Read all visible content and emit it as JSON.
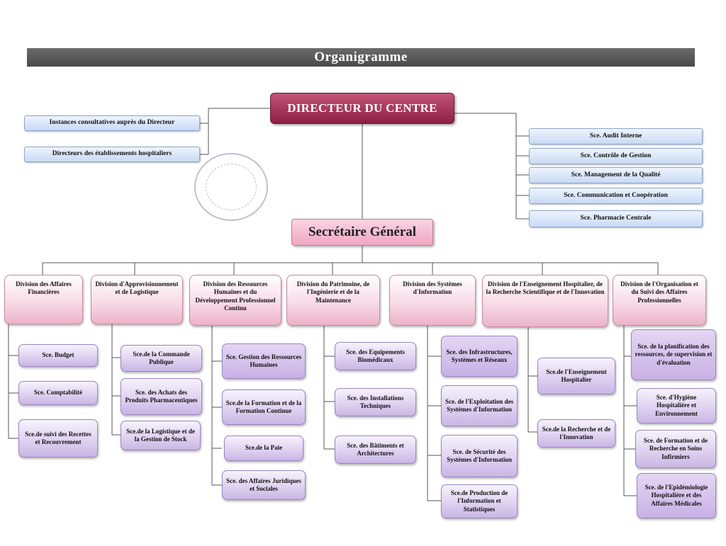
{
  "banner_title": "Organigramme",
  "director": "DIRECTEUR DU CENTRE",
  "secretary": "Secrétaire Général",
  "left_boxes": [
    "Instances consultatives auprès du Directeur",
    "Directeurs des établissements hospitaliers"
  ],
  "right_services": [
    "Sce. Audit Interne",
    "Sce. Contrôle de Gestion",
    "Sce. Management de la Qualité",
    "Sce. Communication et Coopération",
    "Sce. Pharmacie Centrale"
  ],
  "divisions": [
    {
      "title": "Division des Affaires Financières",
      "services": [
        "Sce. Budget",
        "Sce. Comptabilité",
        "Sce.de suivi des Recettes et Recouvrement"
      ]
    },
    {
      "title": "Division d'Approvisionnement et de Logistique",
      "services": [
        "Sce.de la Commande Publique",
        "Sce. des Achats des Produits Pharmaceutiques",
        "Sce.de la Logistique et de la Gestion de Stock"
      ]
    },
    {
      "title": "Division des Ressources Humaines et du Développement Professionnel Continu",
      "services": [
        "Sce. Gestion des Ressources Humaines",
        "Sce.de la Formation et de la Formation Continue",
        "Sce.de la Paie",
        "Sce. des Affaires Juridiques et Sociales"
      ]
    },
    {
      "title": "Division du Patrimoine, de l'Ingénierie et de la Maintenance",
      "services": [
        "Sce. des Equipements Biomédicaux",
        "Sce. des Installations Techniques",
        "Sce. des Bâtiments et Architectures"
      ]
    },
    {
      "title": "Division des Systèmes d'Information",
      "services": [
        "Sce. des Infrastructures, Systèmes et Réseaux",
        "Sce. de l'Exploitation des Systèmes d'Information",
        "Sce. de Sécurité des Systèmes d'Information",
        "Sce.de Production de l'Information et Statistiques"
      ]
    },
    {
      "title": "Division de l'Enseignement Hospitalier, de la Recherche Scientifique et de l'Innovation",
      "services": [
        "Sce.de l'Enseignement Hospitalier",
        "Sce.de la Recherche et de l'Innovation"
      ]
    },
    {
      "title": "Division de l'Organisation et du Suivi des Affaires Professionnelles",
      "services": [
        "Sce. de la planification des ressources, de supervision et d'évaluation",
        "Sce. d'Hygiène Hospitalière et Environnement",
        "Sce. de Formation et de Recherche en Soins Infirmiers",
        "Sce. de l'Epidémiologie Hospitalière et des Affaires Médicales"
      ]
    }
  ]
}
